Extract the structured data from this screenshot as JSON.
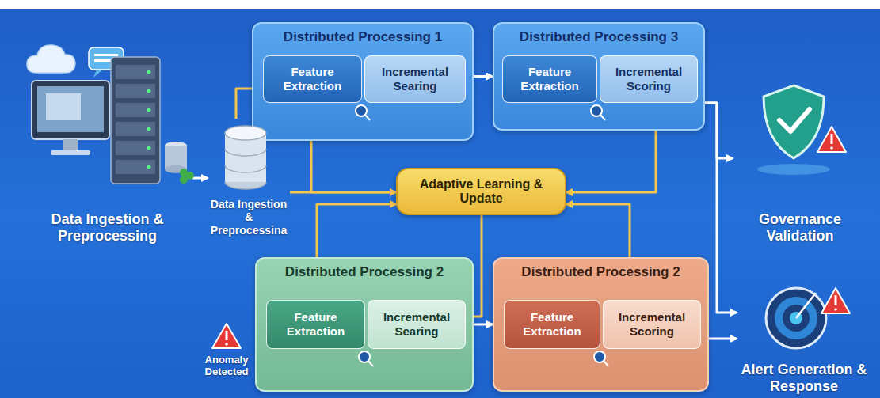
{
  "diagram": {
    "nodes": [
      {
        "text": [
          "Data Ingestion & Preprocessing"
        ]
      },
      {
        "text": [
          "Data Ingestion & Preprocessina"
        ]
      },
      {
        "text": [
          "Distributed Processing 1"
        ]
      },
      {
        "text": [
          "Feature Extraction"
        ],
        "in": 2
      },
      {
        "text": [
          "Incremental Searing"
        ],
        "in": 2
      },
      {
        "text": [
          "Distributed Processing 3"
        ]
      },
      {
        "text": [
          "Feature Extraction"
        ],
        "in": 5
      },
      {
        "text": [
          "Incremental Scoring"
        ],
        "in": 5
      },
      {
        "text": [
          "Adaptive Learning & Update"
        ]
      },
      {
        "text": [
          "Anomaly Detected"
        ]
      },
      {
        "text": [
          "Distributed Processing 2"
        ]
      },
      {
        "text": [
          "Feature Extraction"
        ],
        "in": 10
      },
      {
        "text": [
          "Incremental Searing"
        ],
        "in": 10
      },
      {
        "text": [
          "Distributed Processing 2"
        ]
      },
      {
        "text": [
          "Feature Extraction"
        ],
        "in": 13
      },
      {
        "text": [
          "Incremental Scoring"
        ],
        "in": 13
      },
      {
        "text": [
          "Governance Validation"
        ]
      },
      {
        "text": [
          "Alert Generation & Response"
        ]
      }
    ],
    "edges": [
      {
        "from": 0,
        "to": 1,
        "arrow": "to"
      },
      {
        "from": 1,
        "to": 3,
        "arrow": "to"
      },
      {
        "from": 1,
        "to": 8,
        "arrow": "to"
      },
      {
        "from": 2,
        "to": 5,
        "arrow": "to"
      },
      {
        "from": 2,
        "to": 8,
        "arrow": "none"
      },
      {
        "from": 5,
        "to": 8,
        "arrow": "to"
      },
      {
        "from": 8,
        "to": 10,
        "arrow": "none"
      },
      {
        "from": 10,
        "to": 8,
        "arrow": "to"
      },
      {
        "from": 13,
        "to": 8,
        "arrow": "to"
      },
      {
        "from": 10,
        "to": 13,
        "arrow": "to"
      },
      {
        "from": 5,
        "to": 16,
        "arrow": "to"
      },
      {
        "from": 5,
        "to": 17,
        "arrow": "to"
      },
      {
        "from": 13,
        "to": 17,
        "arrow": "to"
      }
    ]
  }
}
